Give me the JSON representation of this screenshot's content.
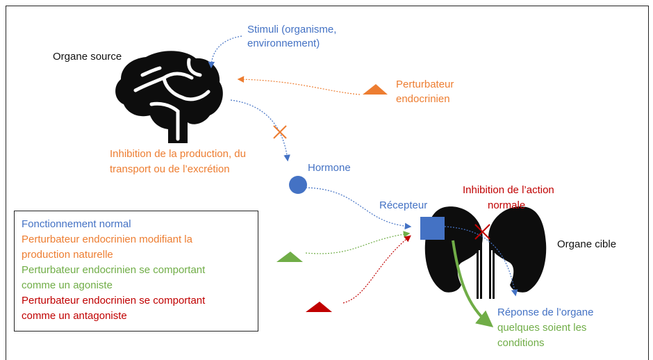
{
  "labels": {
    "stimuli_line1": "Stimuli (organisme,",
    "stimuli_line2": "environnement)",
    "organe_source": "Organe source",
    "perturbateur_line1": "Perturbateur",
    "perturbateur_line2": "endocrinien",
    "inhibition_prod_line1": "Inhibition de la production, du",
    "inhibition_prod_line2": "transport ou de l’excrétion",
    "hormone": "Hormone",
    "recepteur": "Récepteur",
    "inhibition_action_line1": "Inhibition de l’action",
    "inhibition_action_line2": "normale",
    "organe_cible": "Organe cible",
    "reponse_line1": "Réponse de l’organe",
    "reponse_line2": "quelques soient les",
    "reponse_line3": "conditions"
  },
  "legend": {
    "normal": "Fonctionnement normal",
    "modif_line1": "Perturbateur endocrinien modifiant la",
    "modif_line2": "production naturelle",
    "agoniste_line1": "Perturbateur endocrinien se comportant",
    "agoniste_line2": "comme un agoniste",
    "antagoniste_line1": "Perturbateur endocrinien se comportant",
    "antagoniste_line2": "comme un antagoniste"
  },
  "colors": {
    "normal": "#4472C4",
    "modification": "#ED7D31",
    "agoniste": "#70AD47",
    "antagoniste": "#C00000",
    "organ": "#000000"
  },
  "icons": [
    "brain-icon",
    "kidneys-icon",
    "hormone-circle",
    "receptor-square",
    "disruptor-triangle",
    "inhibition-cross"
  ]
}
